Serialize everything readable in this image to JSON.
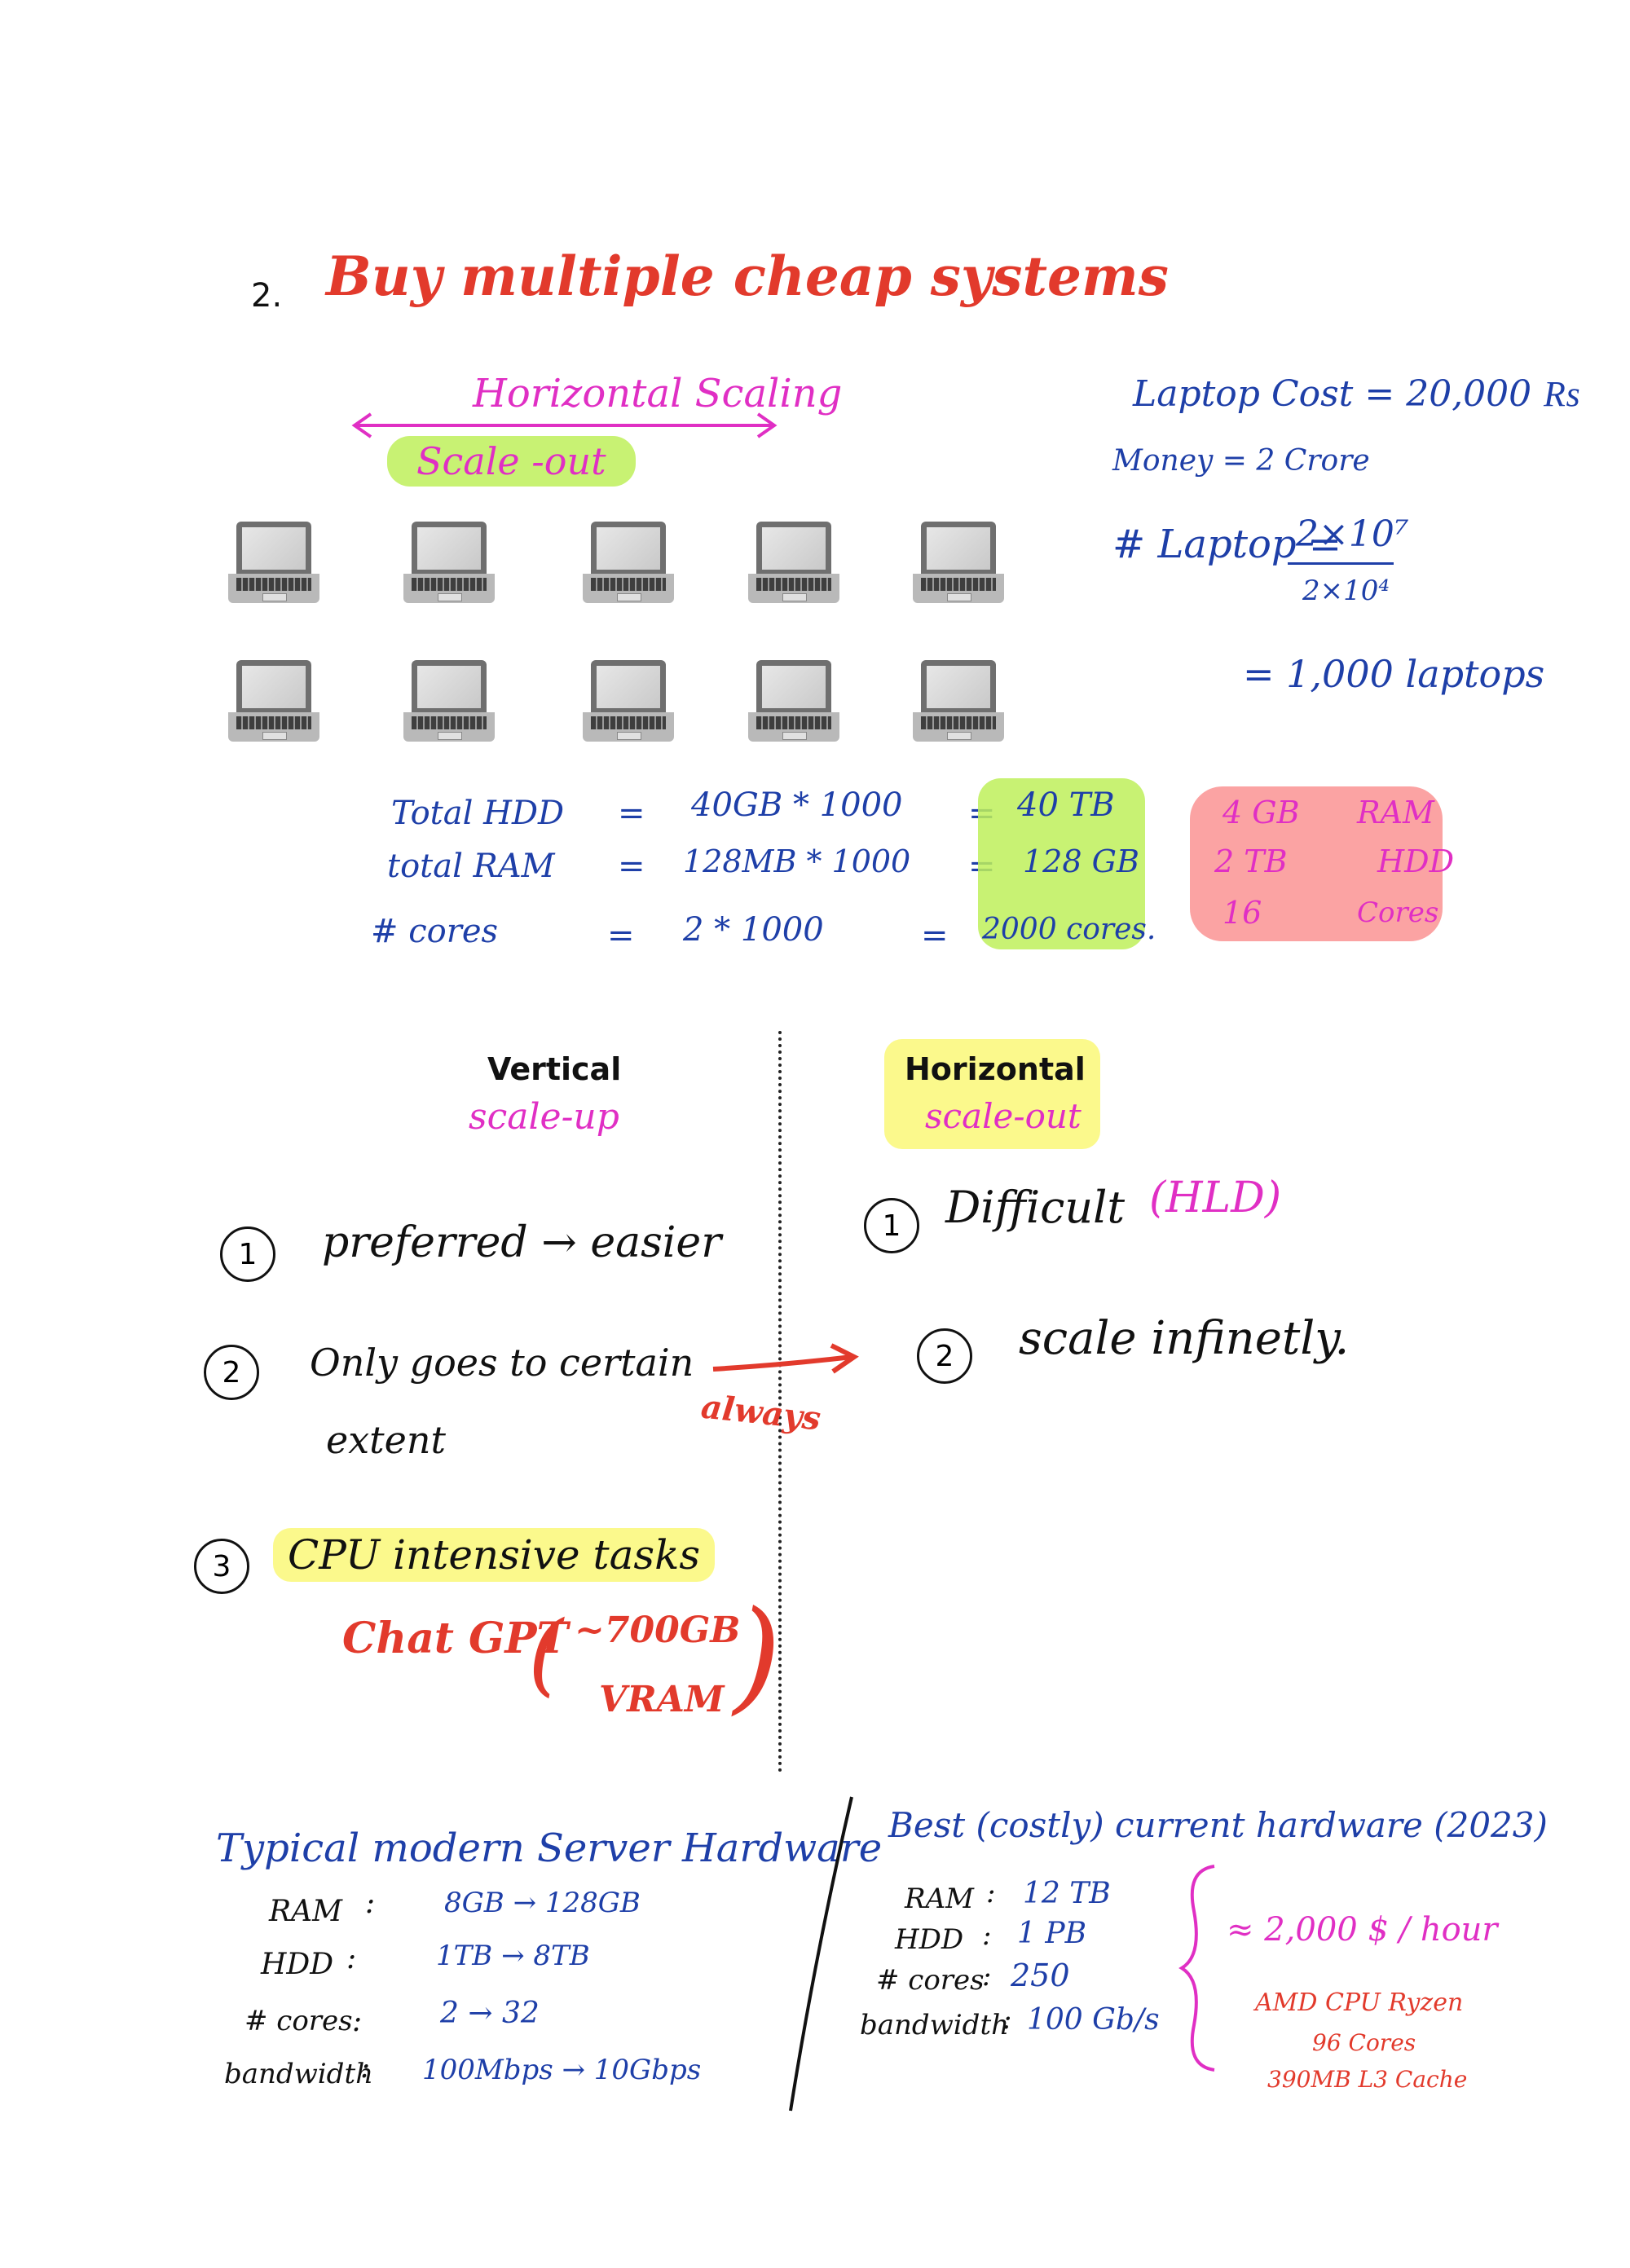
{
  "header": {
    "number": "2.",
    "title": "Buy multiple cheap systems"
  },
  "scaling": {
    "title": "Horizontal Scaling",
    "subtitle": "Scale -out"
  },
  "laptop_calc": {
    "cost": "Laptop Cost = 20,000 ₨",
    "money": "Money = 2 Crore",
    "count_label": "# Laptop =",
    "numerator": "2×10⁷",
    "denominator": "2×10⁴",
    "result": "= 1,000 laptops"
  },
  "totals": {
    "rows": [
      {
        "label": "Total HDD",
        "eq": "=",
        "expr": "40GB * 1000",
        "eq2": "=",
        "result": "40 TB"
      },
      {
        "label": "total RAM",
        "eq": "=",
        "expr": "128MB * 1000",
        "eq2": "=",
        "result": "128 GB"
      },
      {
        "label": "# cores",
        "eq": "=",
        "expr": "2 * 1000",
        "eq2": "=",
        "result": "2000 cores."
      }
    ]
  },
  "single_system": {
    "rows": [
      {
        "value": "4 GB",
        "unit": "RAM"
      },
      {
        "value": "2 TB",
        "unit": "HDD"
      },
      {
        "value": "16",
        "unit": "Cores"
      }
    ]
  },
  "vertical": {
    "heading": "Vertical",
    "sub": "scale-up",
    "items": [
      {
        "num": "1",
        "text": "preferred → easier"
      },
      {
        "num": "2",
        "text": "Only goes to certain",
        "text2": "extent"
      },
      {
        "num": "3",
        "text": "CPU intensive tasks"
      }
    ],
    "note_always": "always",
    "chatgpt": "Chat GPT",
    "chatgpt_mem": "~700GB",
    "chatgpt_vram": "VRAM"
  },
  "horizontal": {
    "heading": "Horizontal",
    "sub": "scale-out",
    "items": [
      {
        "num": "1",
        "text": "Difficult",
        "note": "(HLD)"
      },
      {
        "num": "2",
        "text": "scale infinetly."
      }
    ]
  },
  "typical_hw": {
    "title": "Typical modern Server Hardware",
    "rows": [
      {
        "label": "RAM",
        "value": "8GB → 128GB"
      },
      {
        "label": "HDD",
        "value": "1TB → 8TB"
      },
      {
        "label": "# cores",
        "value": "2 → 32"
      },
      {
        "label": "bandwidth",
        "value": "100Mbps → 10Gbps"
      }
    ]
  },
  "best_hw": {
    "title": "Best (costly) current hardware (2023)",
    "rows": [
      {
        "label": "RAM",
        "value": "12 TB"
      },
      {
        "label": "HDD",
        "value": "1 PB"
      },
      {
        "label": "# cores",
        "value": "250"
      },
      {
        "label": "bandwidth",
        "value": "100 Gb/s"
      }
    ],
    "price": "≈ 2,000 $ / hour",
    "cpu_lines": [
      "AMD CPU Ryzen",
      "96 Cores",
      "390MB L3 Cache"
    ]
  },
  "colors": {
    "red": "#e23a2c",
    "pink": "#e02fc4",
    "blue": "#1e3fa8",
    "green_highlight": "#bef05a",
    "yellow_highlight": "#faf878",
    "pink_highlight": "#fa8c8c"
  },
  "icons": [
    "laptop-icon",
    "arrow-right-icon",
    "brace-icon"
  ]
}
